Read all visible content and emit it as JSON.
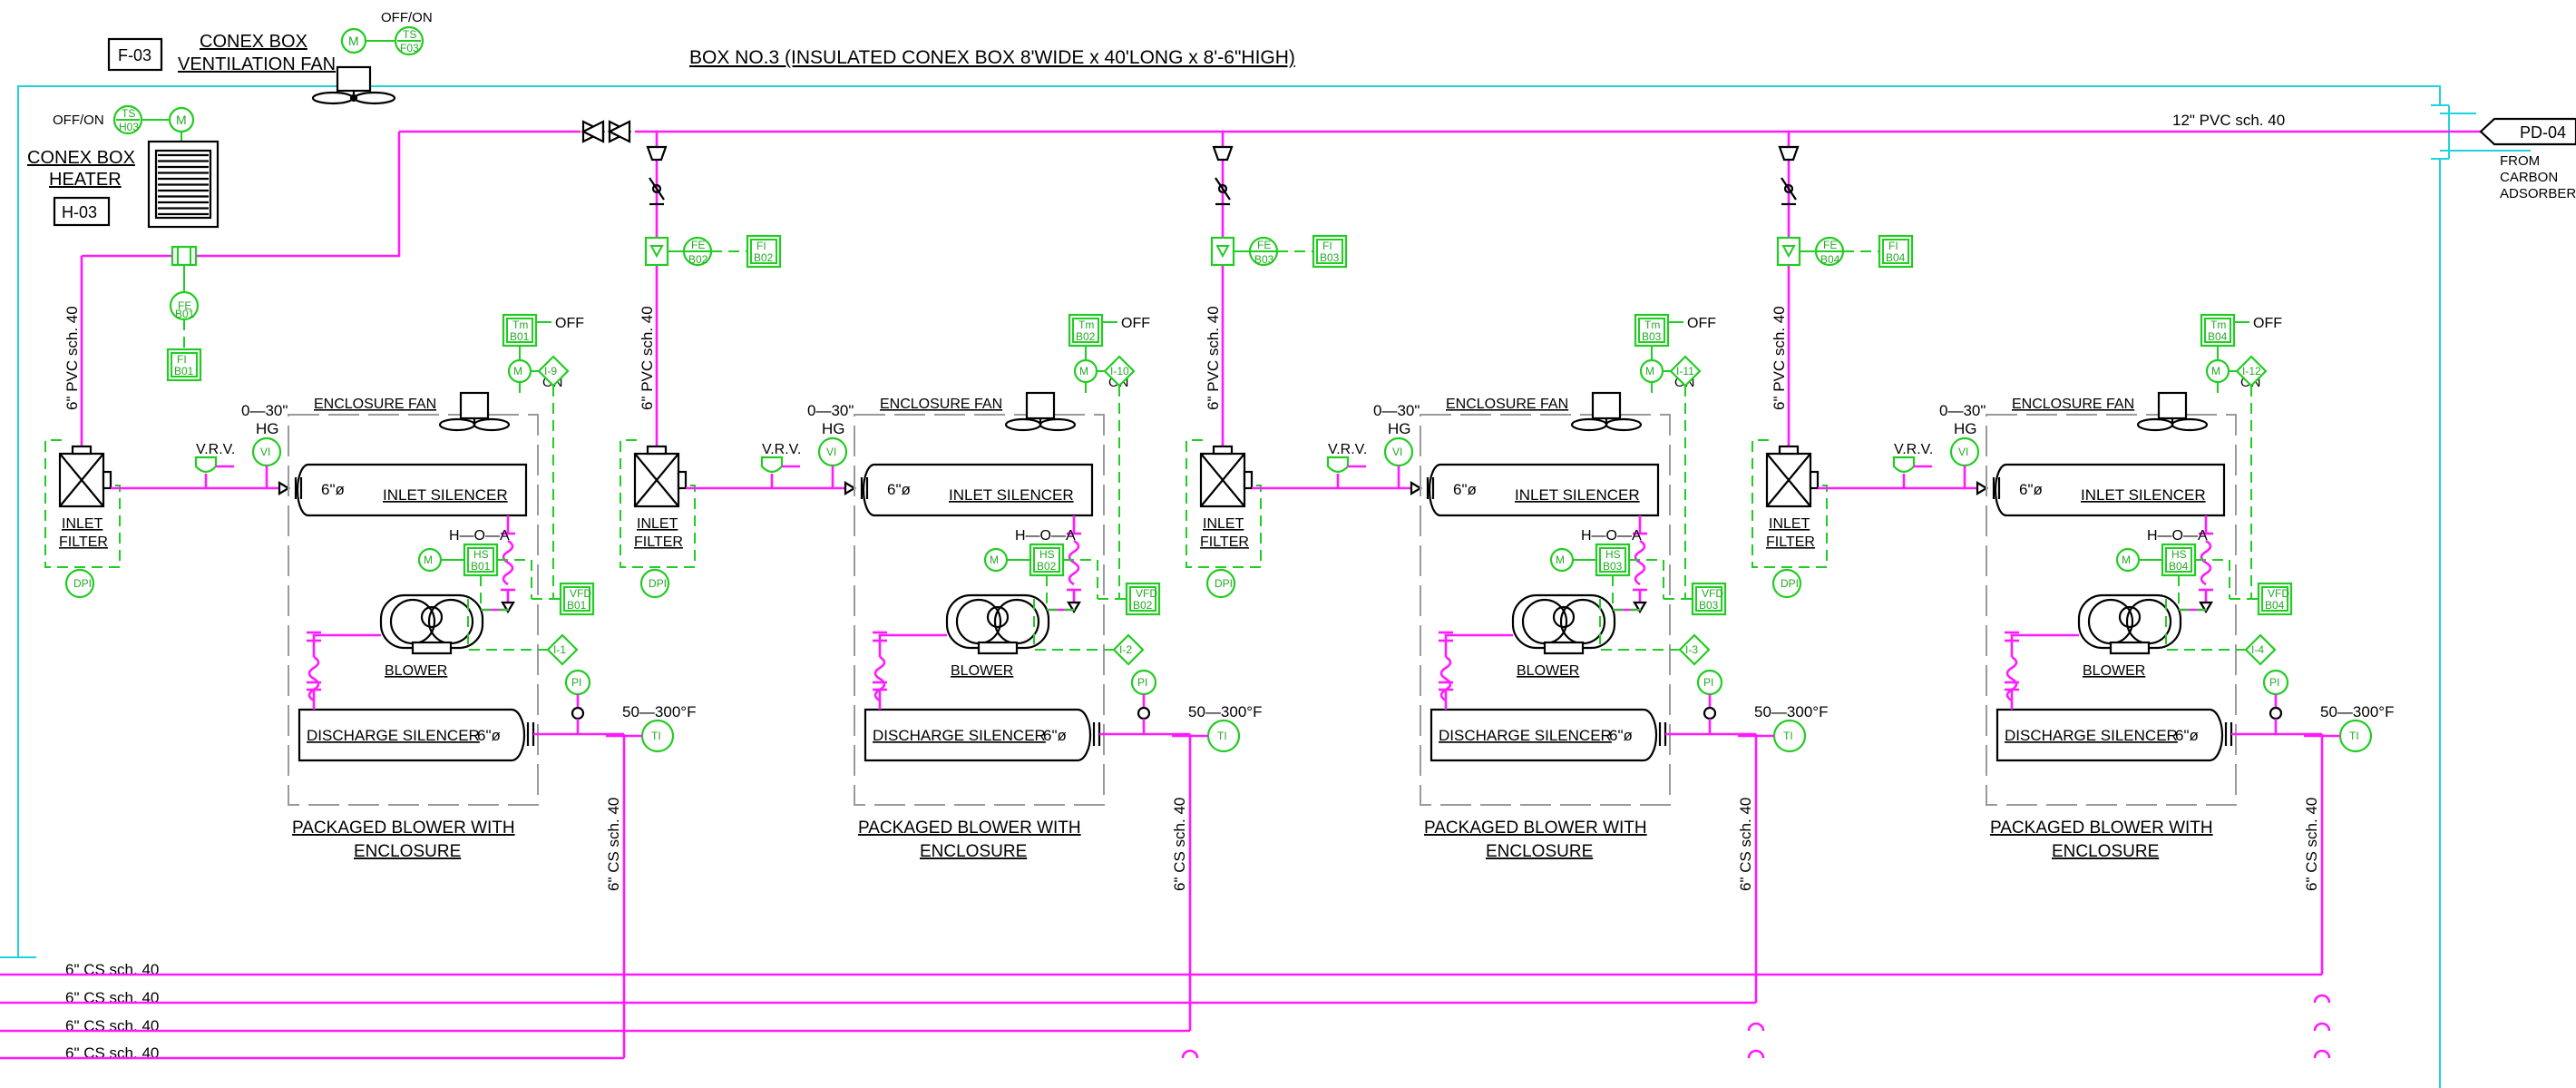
{
  "diagram": {
    "title": "BOX NO.3 (INSULATED CONEX BOX 8'WIDE x 40'LONG x 8'-6\"HIGH)",
    "colors": {
      "boundary": "#1fd3dd",
      "process_pipe": "#ff1aff",
      "instrument": "#22cc22",
      "enclosure": "#9a9a9a",
      "equipment": "#000000"
    },
    "vent_fan": {
      "tag": "F-03",
      "line1": "CONEX BOX",
      "line2": "VENTILATION FAN",
      "switch": "OFF/ON",
      "ts_top": "TS",
      "ts_bottom": "F03",
      "motor": "M"
    },
    "heater": {
      "tag": "H-03",
      "line1": "CONEX BOX",
      "line2": "HEATER",
      "switch": "OFF/ON",
      "ts_top": "TS",
      "ts_bottom": "H03",
      "motor": "M"
    },
    "header": {
      "pipe_label": "12\" PVC sch. 40",
      "offpage_tag": "PD-04",
      "from_line1": "FROM",
      "from_line2": "CARBON",
      "from_line3": "ADSORBER"
    },
    "return_lines": [
      "6\" CS sch. 40",
      "6\" CS sch. 40",
      "6\" CS sch. 40",
      "6\" CS sch. 40"
    ],
    "common": {
      "riser_pipe": "6\" PVC sch. 40",
      "discharge_pipe": "6\" CS sch. 40",
      "inlet_filter_1": "INLET",
      "inlet_filter_2": "FILTER",
      "dpi": "DPI",
      "vrv": "V.R.V.",
      "vi": "VI",
      "vac_range_1": "0—30\"",
      "vac_range_2": "HG",
      "enclosure_fan": "ENCLOSURE FAN",
      "inlet_silencer": "INLET SILENCER",
      "discharge_silencer": "DISCHARGE SILENCER",
      "size": "6\"ø",
      "hoa": "H—O—A",
      "blower": "BLOWER",
      "motor": "M",
      "off": "OFF",
      "on": "ON",
      "pi": "PI",
      "ti": "TI",
      "temp_range": "50—300°F",
      "package_1": "PACKAGED BLOWER WITH",
      "package_2": "ENCLOSURE",
      "fe": "FE",
      "fi": "FI",
      "tm": "Tm",
      "hs": "HS",
      "vfd": "VFD"
    },
    "units": [
      {
        "tag": "B-01",
        "num": "B01",
        "vfd_num": "B01",
        "fan_interlock": "I-9",
        "interlock": "I-1"
      },
      {
        "tag": "B-02",
        "num": "B02",
        "vfd_num": "B02",
        "fan_interlock": "I-10",
        "interlock": "I-2"
      },
      {
        "tag": "B-03",
        "num": "B03",
        "vfd_num": "B03",
        "fan_interlock": "I-11",
        "interlock": "I-3"
      },
      {
        "tag": "B-04",
        "num": "B04",
        "vfd_num": "B04",
        "fan_interlock": "I-12",
        "interlock": "I-4"
      }
    ]
  }
}
